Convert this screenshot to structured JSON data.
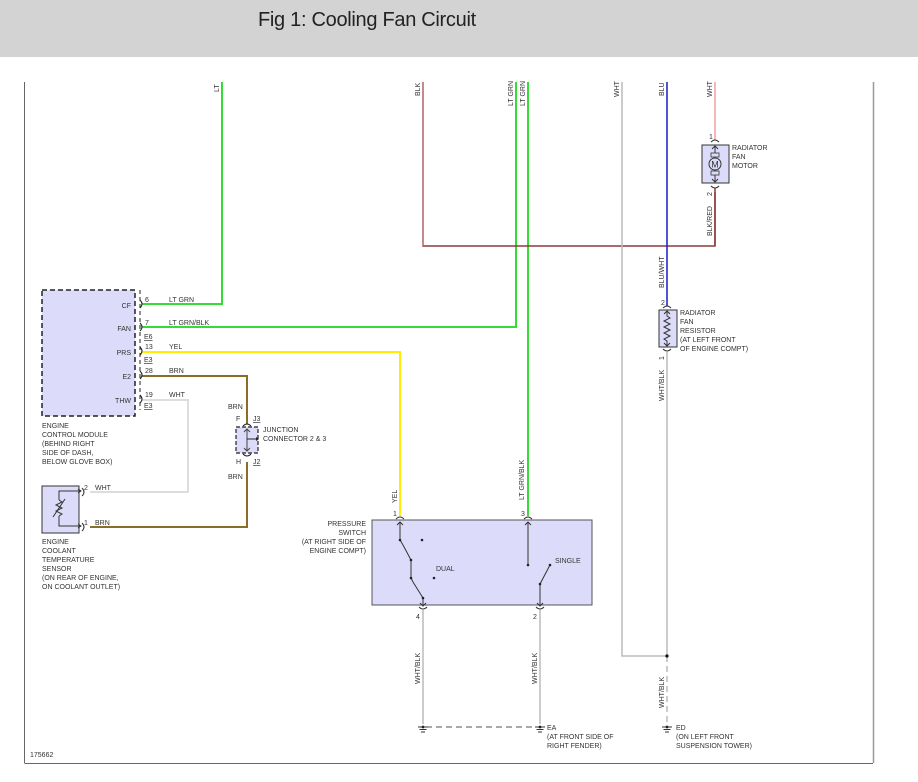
{
  "header": {
    "title": "Fig 1: Cooling Fan Circuit"
  },
  "figure_id": "175662",
  "wire_colors": {
    "LT_GRN": "#33dd33",
    "BLK": "#8b3a3a",
    "WHT": "#bbbbbb",
    "BLU": "#1a1acc",
    "YEL": "#ffee00",
    "BRN": "#8b6d2a",
    "PINK": "#f0a0a0",
    "component_fill": "#dcdcfa"
  },
  "top_wire_labels": [
    "LT",
    "BLK",
    "LT GRN",
    "LT GRN",
    "WHT",
    "BLU",
    "WHT"
  ],
  "ecm": {
    "name_lines": [
      "ENGINE",
      "CONTROL MODULE",
      "(BEHIND RIGHT",
      "SIDE OF DASH,",
      "BELOW GLOVE BOX)"
    ],
    "pins": [
      {
        "name": "CF",
        "num": "6",
        "wire": "LT GRN",
        "conn": ""
      },
      {
        "name": "FAN",
        "num": "7",
        "wire": "LT GRN/BLK",
        "conn": "E6"
      },
      {
        "name": "PRS",
        "num": "13",
        "wire": "YEL",
        "conn": "E3"
      },
      {
        "name": "E2",
        "num": "28",
        "wire": "BRN",
        "conn": ""
      },
      {
        "name": "THW",
        "num": "19",
        "wire": "WHT",
        "conn": "E3"
      }
    ]
  },
  "junction": {
    "name_lines": [
      "JUNCTION",
      "CONNECTOR 2 & 3"
    ],
    "top_pin": "F",
    "top_conn": "J3",
    "bottom_pin": "H",
    "bottom_conn": "J2",
    "wire_top": "BRN",
    "wire_bottom": "BRN"
  },
  "sensor": {
    "name_lines": [
      "ENGINE",
      "COOLANT",
      "TEMPERATURE",
      "SENSOR",
      "(ON REAR OF ENGINE,",
      "ON COOLANT OUTLET)"
    ],
    "pins": [
      {
        "num": "2",
        "wire": "WHT"
      },
      {
        "num": "1",
        "wire": "BRN"
      }
    ]
  },
  "pressure_switch": {
    "name_lines": [
      "PRESSURE",
      "SWITCH",
      "(AT RIGHT SIDE OF",
      "ENGINE COMPT)"
    ],
    "dual_label": "DUAL",
    "single_label": "SINGLE",
    "pins": {
      "p1": "1",
      "p3": "3",
      "p4": "4",
      "p2": "2"
    },
    "wires": {
      "p1": "YEL",
      "p3": "LT GRN/BLK",
      "p4": "WHT/BLK",
      "p2": "WHT/BLK"
    }
  },
  "fan_motor": {
    "name_lines": [
      "RADIATOR",
      "FAN",
      "MOTOR"
    ],
    "symbol": "M",
    "pin_top": "1",
    "pin_bottom": "2",
    "wire_bottom": "BLK/RED"
  },
  "fan_resistor": {
    "name_lines": [
      "RADIATOR",
      "FAN",
      "RESISTOR",
      "(AT LEFT FRONT",
      "OF ENGINE COMPT)"
    ],
    "pin_top": "2",
    "pin_bottom": "1",
    "wire_top": "BLU/WHT",
    "wire_bottom": "WHT/BLK"
  },
  "grounds": {
    "ea": {
      "name": "EA",
      "lines": [
        "(AT FRONT SIDE OF",
        "RIGHT FENDER)"
      ]
    },
    "ed": {
      "name": "ED",
      "lines": [
        "(ON LEFT FRONT",
        "SUSPENSION TOWER)"
      ]
    },
    "ed_wire": "WHT/BLK"
  }
}
